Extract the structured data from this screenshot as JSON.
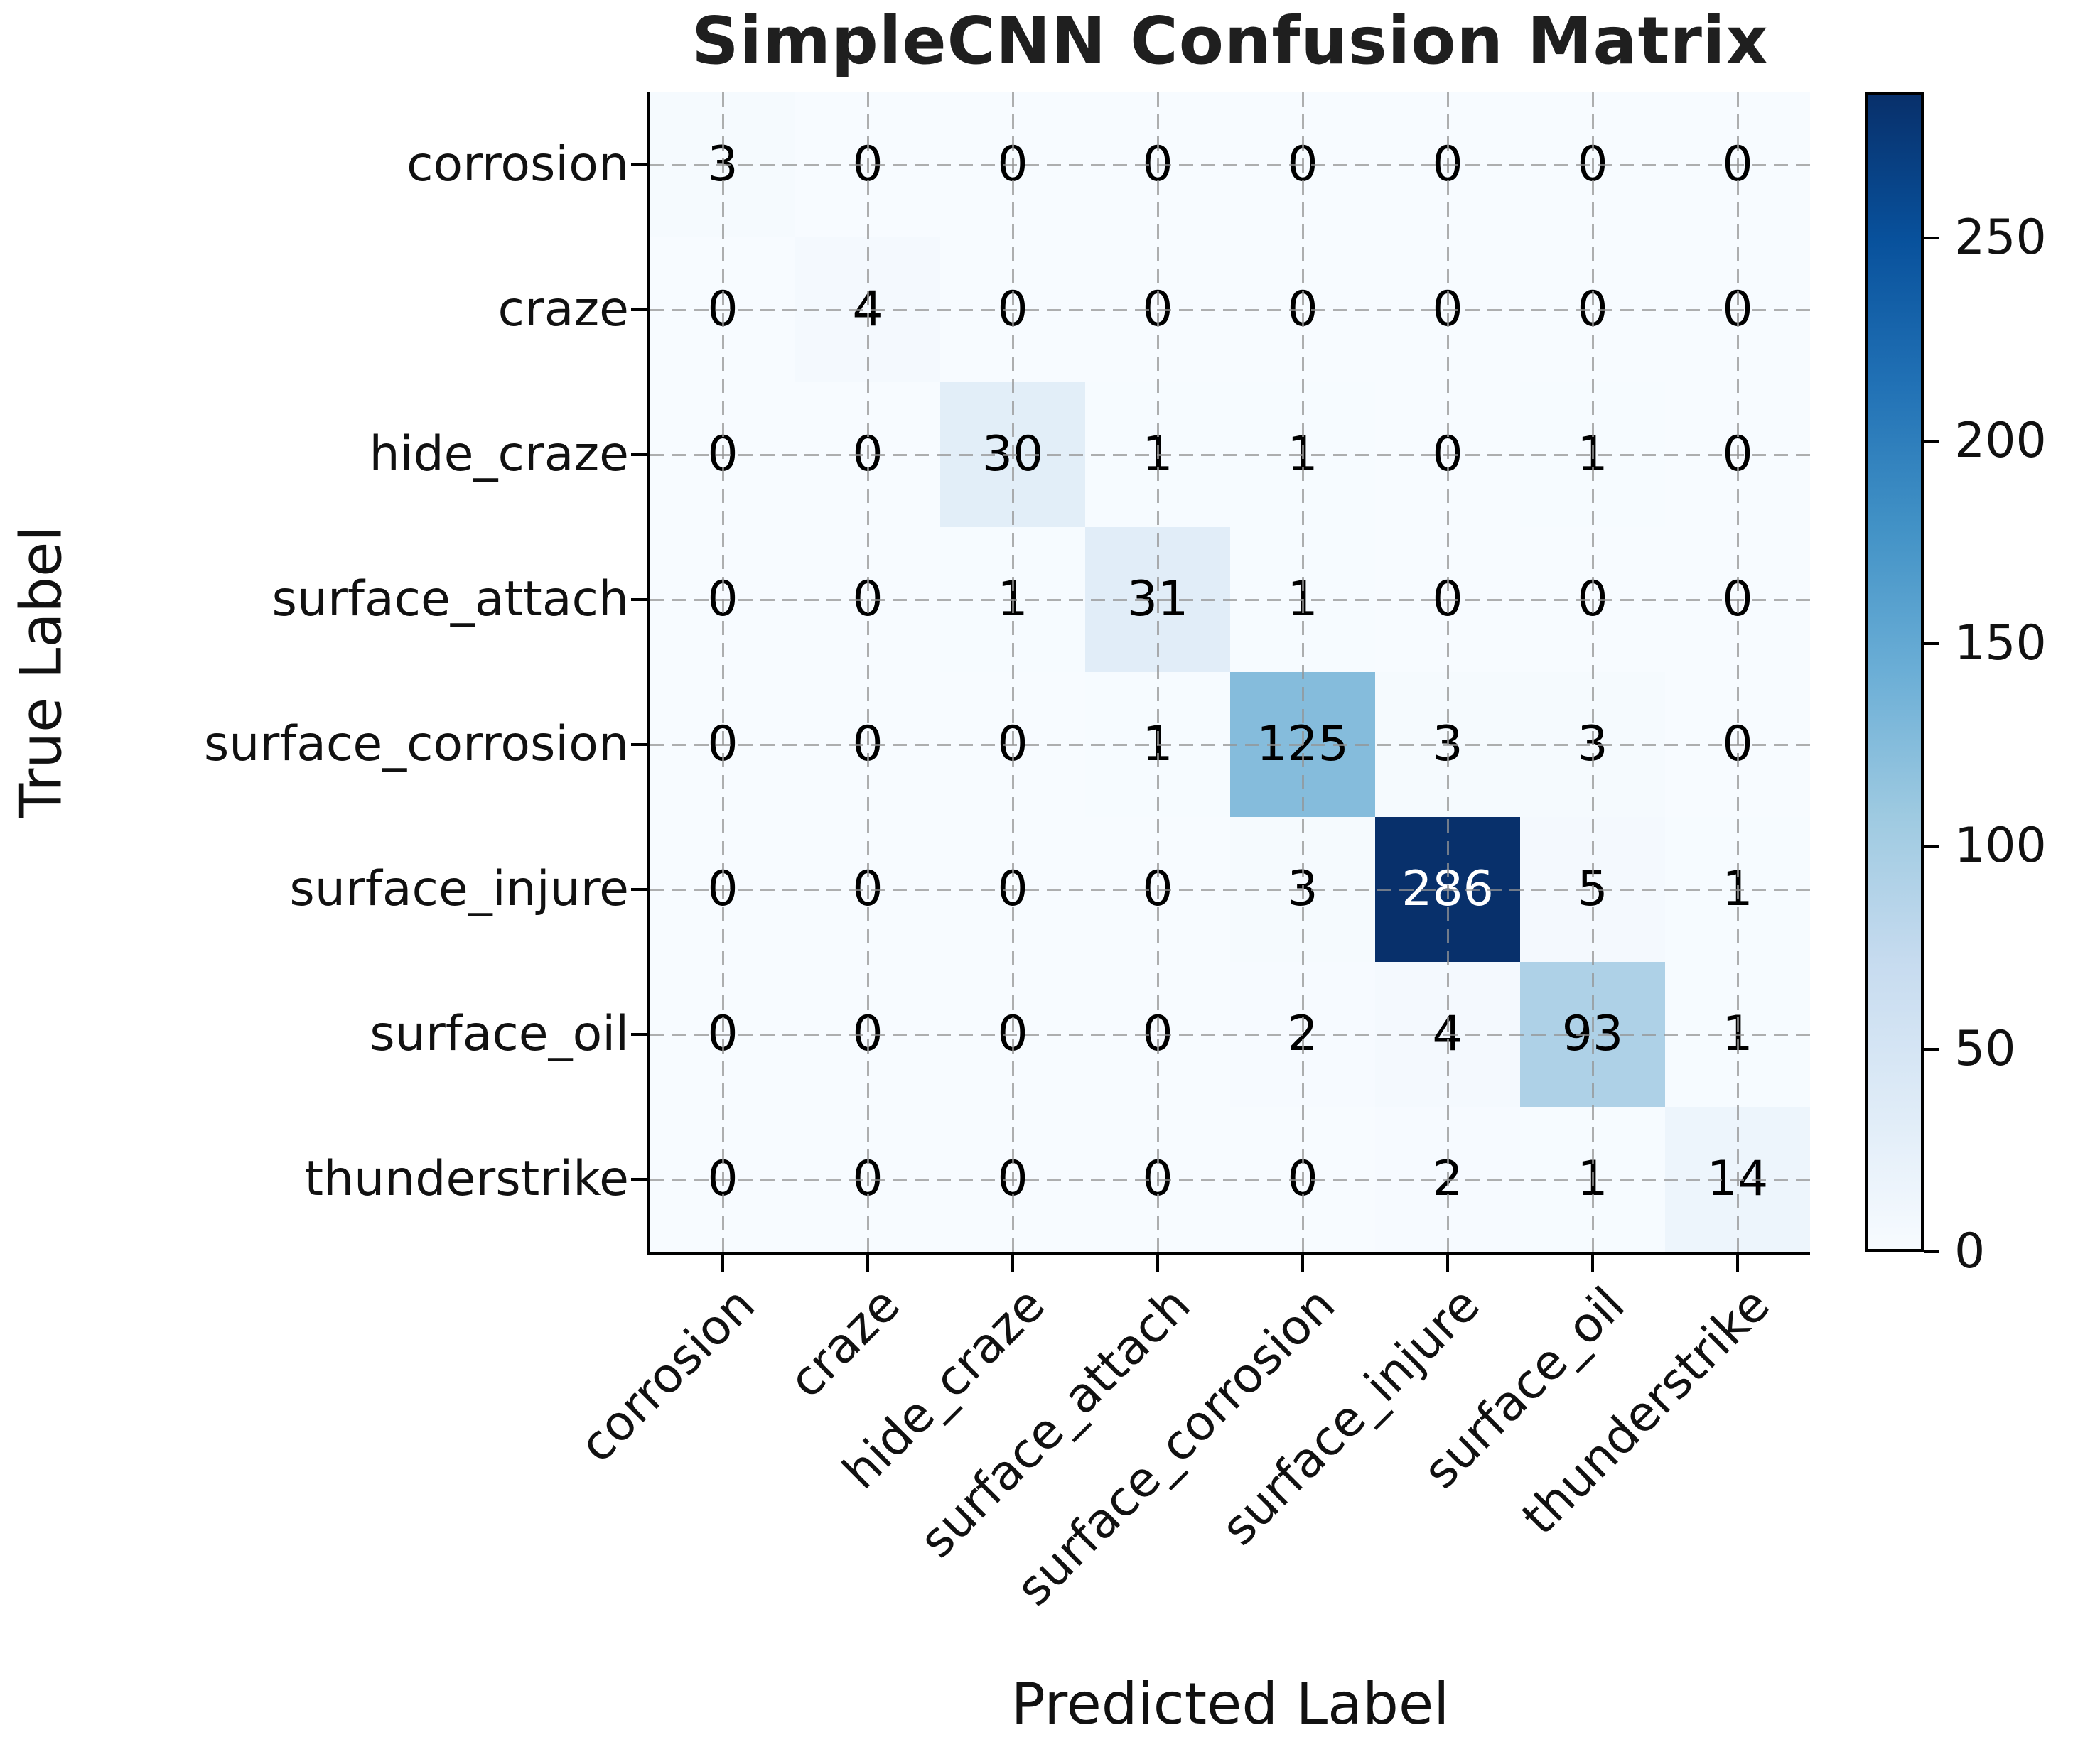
{
  "title": "SimpleCNN Confusion Matrix",
  "axes": {
    "xlabel": "Predicted Label",
    "ylabel": "True Label"
  },
  "chart_data": {
    "type": "heatmap",
    "title": "SimpleCNN Confusion Matrix",
    "xlabel": "Predicted Label",
    "ylabel": "True Label",
    "x_categories": [
      "corrosion",
      "craze",
      "hide_craze",
      "surface_attach",
      "surface_corrosion",
      "surface_injure",
      "surface_oil",
      "thunderstrike"
    ],
    "y_categories": [
      "corrosion",
      "craze",
      "hide_craze",
      "surface_attach",
      "surface_corrosion",
      "surface_injure",
      "surface_oil",
      "thunderstrike"
    ],
    "matrix": [
      [
        3,
        0,
        0,
        0,
        0,
        0,
        0,
        0
      ],
      [
        0,
        4,
        0,
        0,
        0,
        0,
        0,
        0
      ],
      [
        0,
        0,
        30,
        1,
        1,
        0,
        1,
        0
      ],
      [
        0,
        0,
        1,
        31,
        1,
        0,
        0,
        0
      ],
      [
        0,
        0,
        0,
        1,
        125,
        3,
        3,
        0
      ],
      [
        0,
        0,
        0,
        0,
        3,
        286,
        5,
        1
      ],
      [
        0,
        0,
        0,
        0,
        2,
        4,
        93,
        1
      ],
      [
        0,
        0,
        0,
        0,
        0,
        2,
        1,
        14
      ]
    ],
    "vmin": 0,
    "vmax": 286,
    "colormap": "Blues",
    "colormap_stops": [
      [
        0.0,
        "#f7fbff"
      ],
      [
        0.125,
        "#deebf7"
      ],
      [
        0.25,
        "#c6dbef"
      ],
      [
        0.375,
        "#9ecae1"
      ],
      [
        0.5,
        "#6baed6"
      ],
      [
        0.625,
        "#4292c6"
      ],
      [
        0.75,
        "#2171b5"
      ],
      [
        0.875,
        "#08519c"
      ],
      [
        1.0,
        "#08306b"
      ]
    ],
    "colorbar_ticks": [
      0,
      50,
      100,
      150,
      200,
      250
    ],
    "grid": true,
    "grid_style": "dashed",
    "legend_position": "right-colorbar",
    "cell_text_color_light": "#000000",
    "cell_text_color_dark": "#ffffff",
    "accent_dark_blue": "#08306b",
    "background": "#ffffff"
  }
}
